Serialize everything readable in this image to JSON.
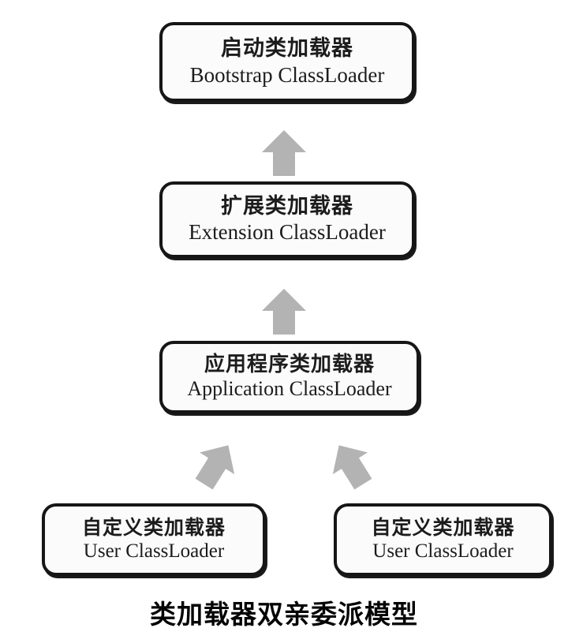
{
  "diagram": {
    "caption": "类加载器双亲委派模型",
    "colors": {
      "background": "#ffffff",
      "box_border": "#161616",
      "box_fill": "#fbfbfb",
      "arrow_fill": "#b3b3b3",
      "text": "#1c1c1c",
      "caption_text": "#050505"
    },
    "nodes": [
      {
        "id": "bootstrap",
        "cn": "启动类加载器",
        "en": "Bootstrap ClassLoader"
      },
      {
        "id": "extension",
        "cn": "扩展类加载器",
        "en": "Extension ClassLoader"
      },
      {
        "id": "application",
        "cn": "应用程序类加载器",
        "en": "Application ClassLoader"
      },
      {
        "id": "user-left",
        "cn": "自定义类加载器",
        "en": "User ClassLoader"
      },
      {
        "id": "user-right",
        "cn": "自定义类加载器",
        "en": "User ClassLoader"
      }
    ],
    "arrows": [
      {
        "id": "ext-to-boot",
        "icon": "arrow-up-icon",
        "from": "extension",
        "to": "bootstrap",
        "direction": "up"
      },
      {
        "id": "app-to-ext",
        "icon": "arrow-up-icon",
        "from": "application",
        "to": "extension",
        "direction": "up"
      },
      {
        "id": "userleft-to-app",
        "icon": "arrow-up-right-icon",
        "from": "user-left",
        "to": "application",
        "direction": "up-right"
      },
      {
        "id": "userright-to-app",
        "icon": "arrow-up-left-icon",
        "from": "user-right",
        "to": "application",
        "direction": "up-left"
      }
    ]
  }
}
